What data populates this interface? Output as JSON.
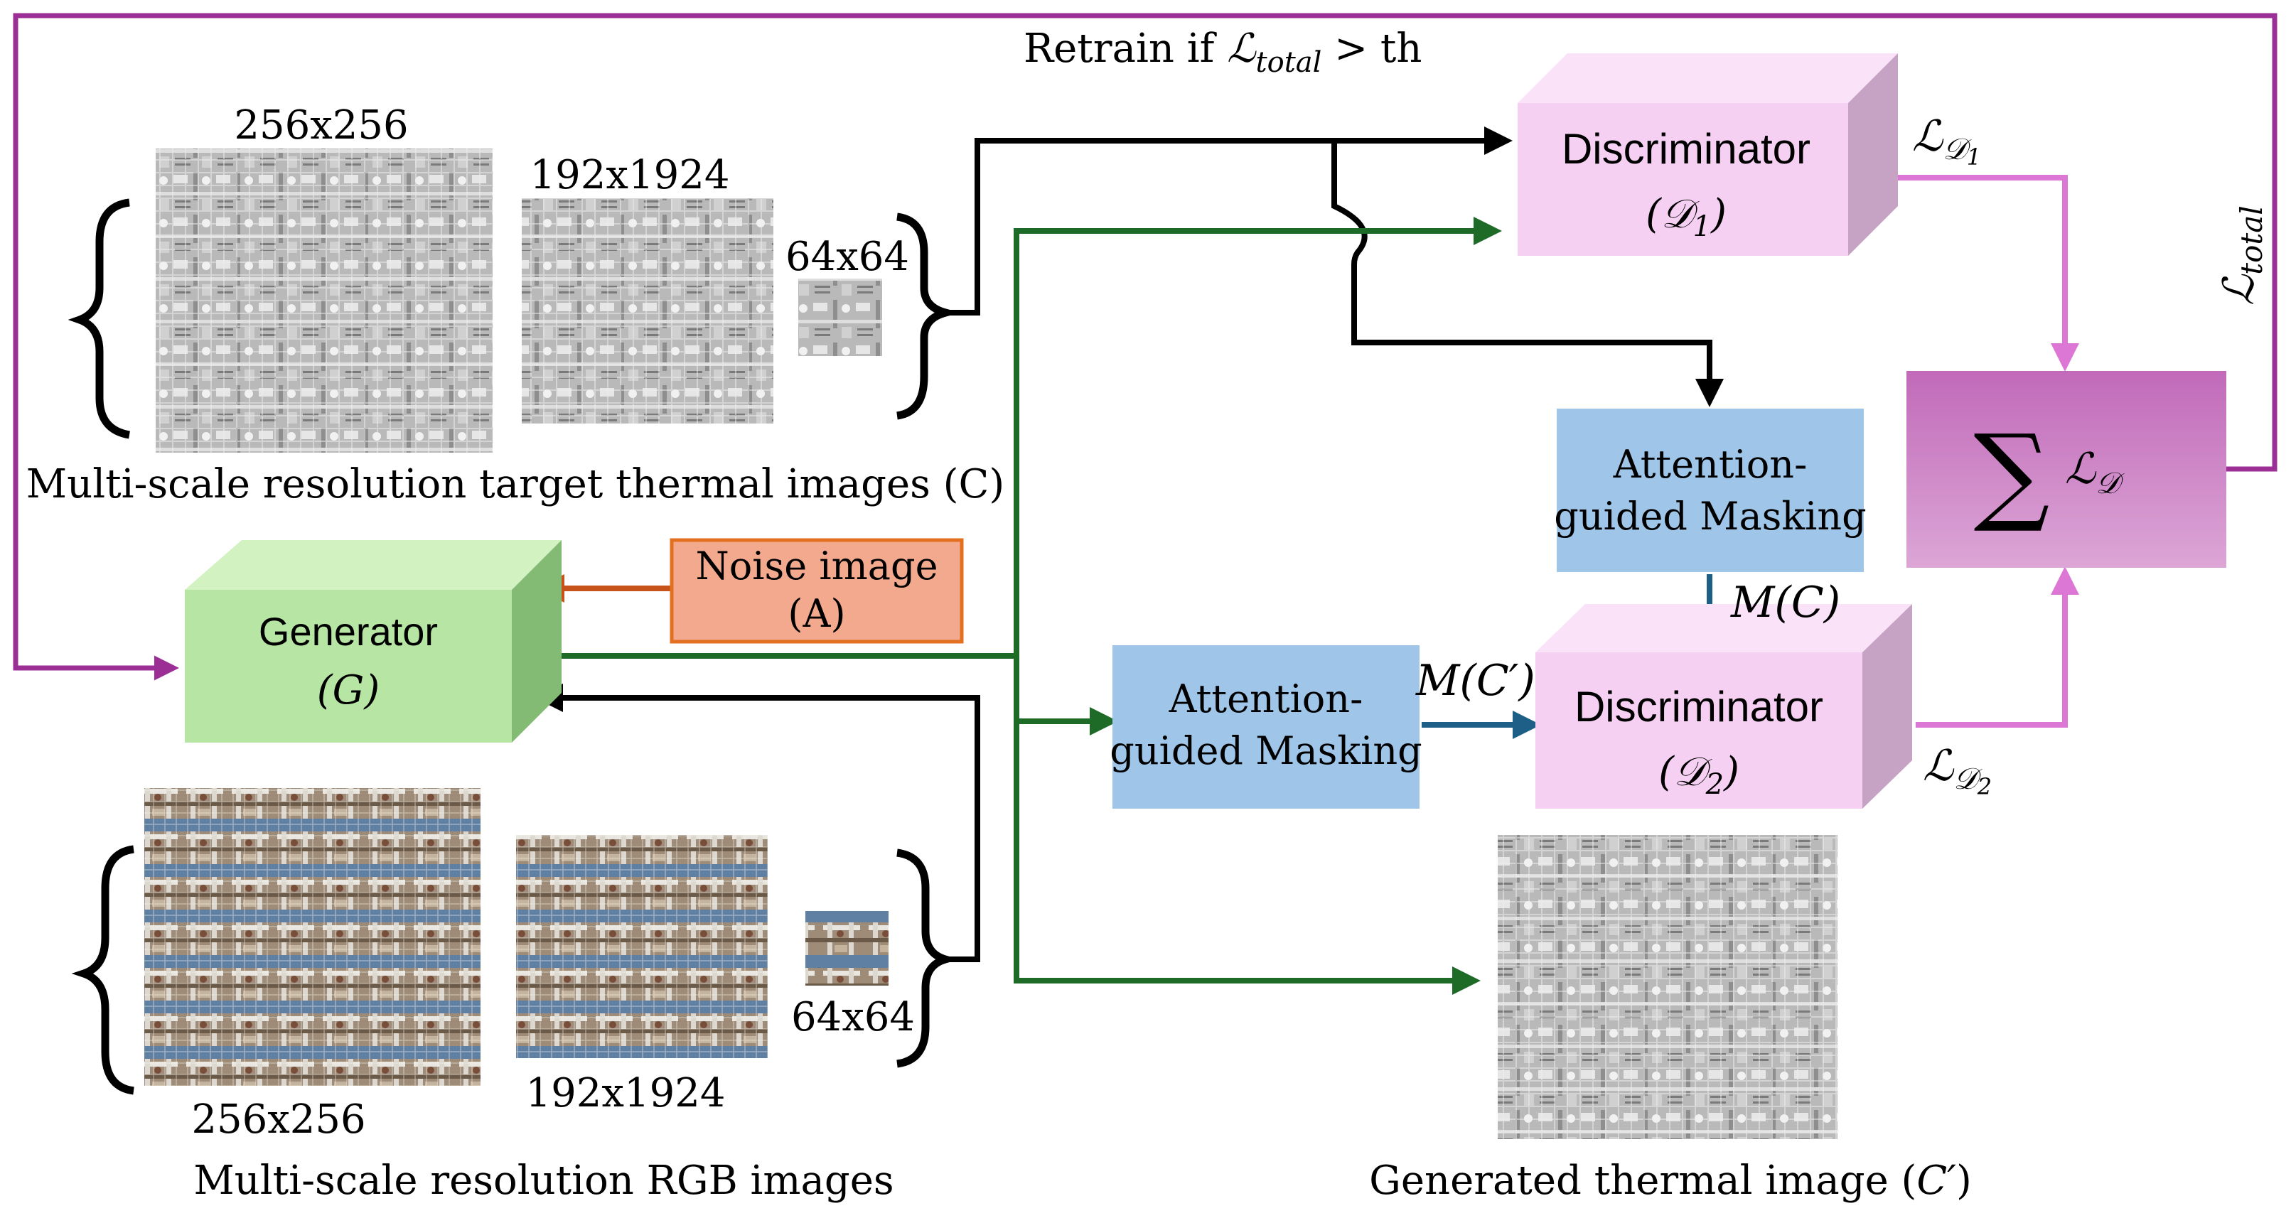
{
  "colors": {
    "feedback_line": "#9b2f95",
    "black_line": "#000000",
    "green_line": "#1e6b28",
    "blue_line": "#1d5f86",
    "orange_line": "#c8531a",
    "pink_line": "#dd77d6",
    "generator_front": "#b7e6a4",
    "generator_top": "#d2f2c2",
    "generator_side": "#84bb74",
    "discriminator_front": "#f6d0f3",
    "discriminator_top": "#fae2f8",
    "discriminator_side": "#c6a2c4",
    "attention_box": "#9fc6e9",
    "noise_fill": "#f3a98e",
    "noise_stroke": "#e2701f",
    "sum_box": "#c773bf"
  },
  "top_images": {
    "size1": "256x256",
    "size2": "192x1924",
    "size3": "64x64",
    "caption": "Multi-scale resolution target thermal images (C)"
  },
  "bottom_images": {
    "size1": "256x256",
    "size2": "192x1924",
    "size3": "64x64",
    "caption": "Multi-scale resolution RGB images"
  },
  "retrain": {
    "prefix": "Retrain if ",
    "loss_symbol": "ℒ",
    "loss_subscript": "total",
    "suffix": " > th"
  },
  "generator": {
    "title": "Generator",
    "symbol": "(G)"
  },
  "noise": {
    "line1": "Noise image",
    "line2": "(A)"
  },
  "discriminator1": {
    "title": "Discriminator",
    "symbol": "(𝒟",
    "subscript": "1",
    "close": ")"
  },
  "discriminator2": {
    "title": "Discriminator",
    "symbol": "(𝒟",
    "subscript": "2",
    "close": ")"
  },
  "attention_top": {
    "line1": "Attention-",
    "line2": "guided Masking"
  },
  "attention_bottom": {
    "line1": "Attention-",
    "line2": "guided Masking"
  },
  "mask_real": "M(C)",
  "mask_fake": "M(C′)",
  "loss_d1": {
    "symbol": "ℒ",
    "sub": "𝒟",
    "subsub": "1"
  },
  "loss_d2": {
    "symbol": "ℒ",
    "sub": "𝒟",
    "subsub": "2"
  },
  "loss_total": {
    "symbol": "ℒ",
    "sub": "total"
  },
  "sum_box": {
    "sigma": "∑",
    "symbol": "ℒ",
    "sub": "𝒟"
  },
  "generated": {
    "caption_prefix": "Generated thermal image (",
    "caption_symbol": "C′",
    "caption_suffix": ")"
  }
}
